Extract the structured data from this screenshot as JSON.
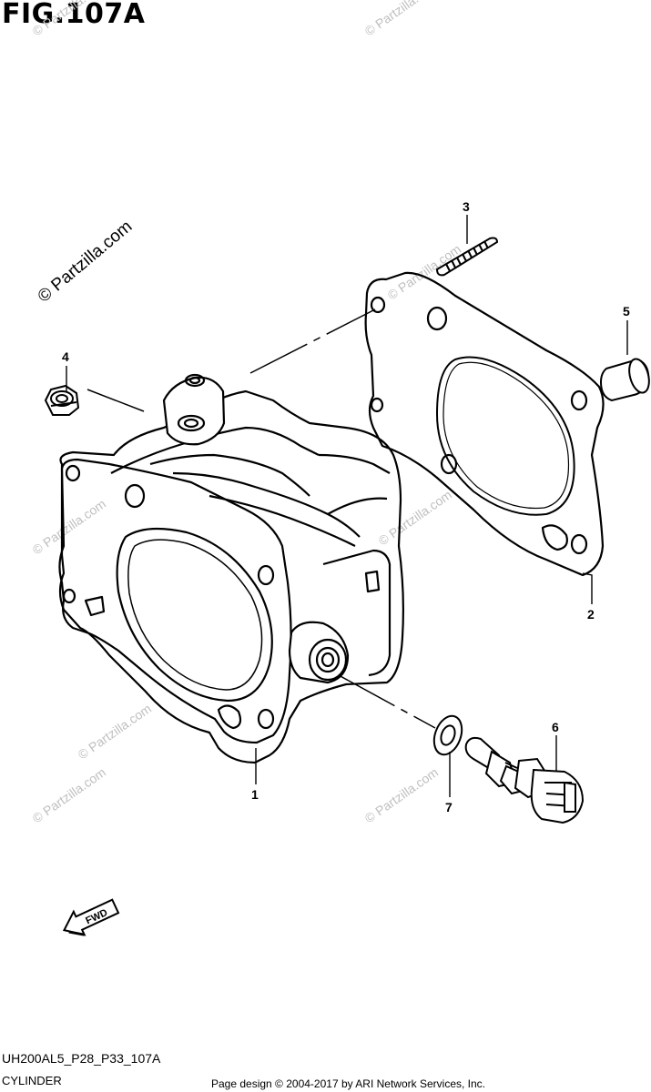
{
  "figure": {
    "title": "FIG.107A",
    "code": "UH200AL5_P28_P33_107A",
    "section": "CYLINDER",
    "credit": "Page design © 2004-2017 by ARI Network Services, Inc."
  },
  "watermark": {
    "main": "© Partzilla.com",
    "faint": "© Partzilla.com"
  },
  "direction": {
    "label": "FWD"
  },
  "callouts": [
    "1",
    "2",
    "3",
    "4",
    "5",
    "6",
    "7"
  ]
}
